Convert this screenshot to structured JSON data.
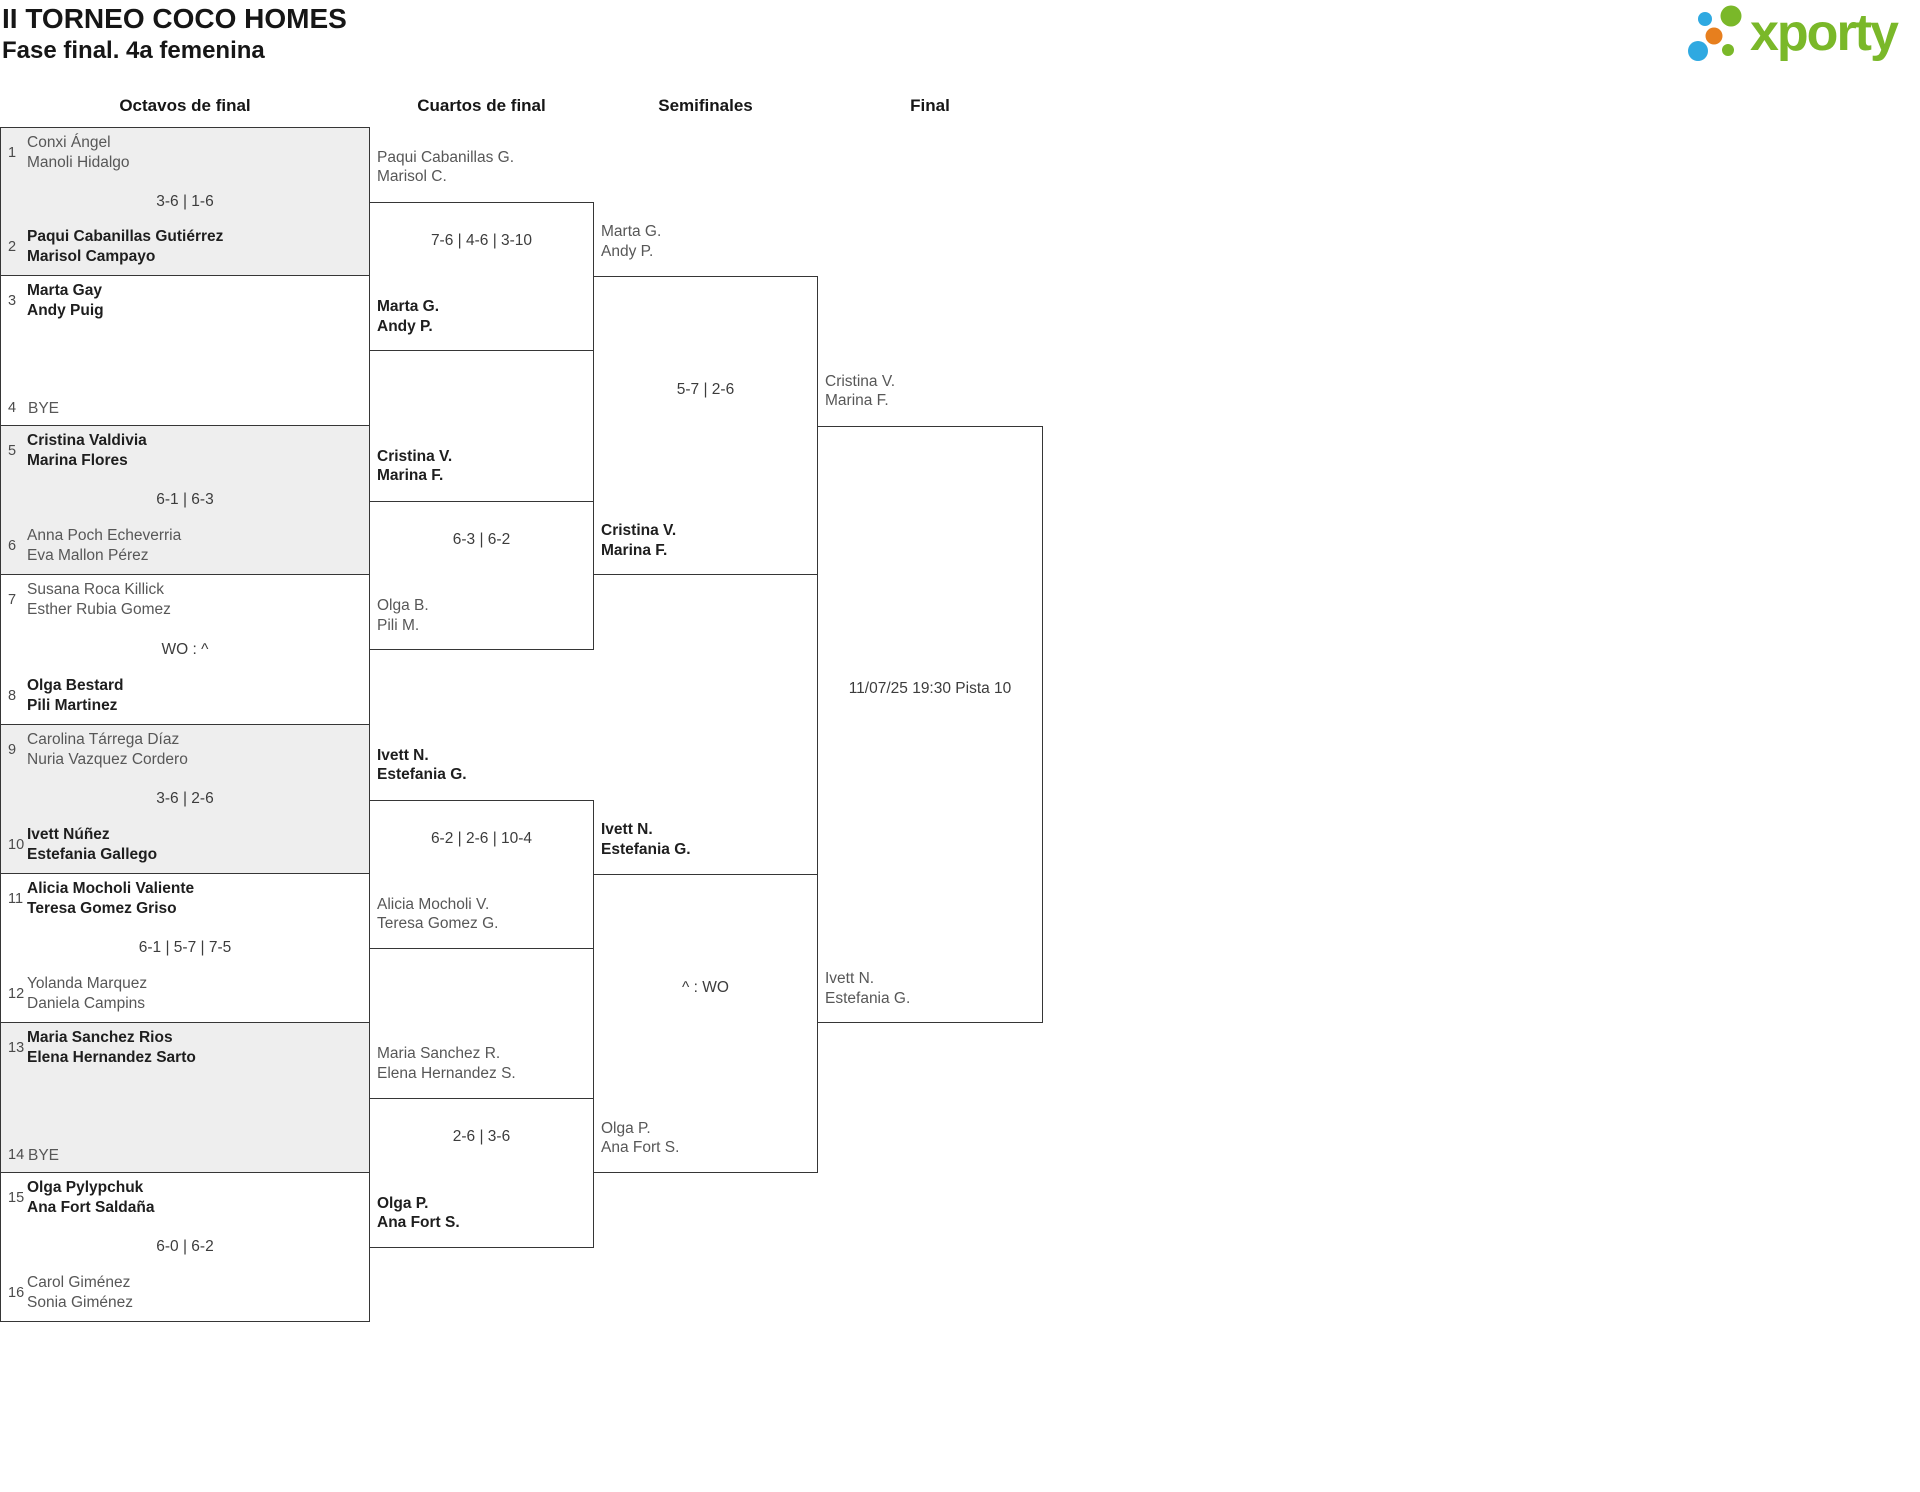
{
  "title": "II TORNEO COCO HOMES",
  "subtitle": "Fase final. 4a femenina",
  "logo": {
    "text": "xporty",
    "green": "#7ab829",
    "blue": "#2fa9e1",
    "orange": "#e77f1e"
  },
  "rounds": [
    {
      "label": "Octavos de final"
    },
    {
      "label": "Cuartos de final"
    },
    {
      "label": "Semifinales"
    },
    {
      "label": "Final"
    }
  ],
  "bracket": {
    "round_of_16": [
      {
        "seed_top": "1",
        "team_top": [
          "Conxi Ángel",
          "Manoli Hidalgo"
        ],
        "top_winner": false,
        "score": "3-6 | 1-6",
        "seed_bottom": "2",
        "team_bottom": [
          "Paqui Cabanillas Gutiérrez",
          "Marisol Campayo"
        ],
        "bottom_winner": true,
        "bye": false,
        "shaded": true
      },
      {
        "seed_top": "3",
        "team_top": [
          "Marta Gay",
          "Andy Puig"
        ],
        "top_winner": true,
        "score": null,
        "seed_bottom": "4",
        "team_bottom": [
          "BYE"
        ],
        "bottom_winner": false,
        "bye": true,
        "shaded": false
      },
      {
        "seed_top": "5",
        "team_top": [
          "Cristina Valdivia",
          "Marina Flores"
        ],
        "top_winner": true,
        "score": "6-1 | 6-3",
        "seed_bottom": "6",
        "team_bottom": [
          "Anna Poch Echeverria",
          "Eva Mallon Pérez"
        ],
        "bottom_winner": false,
        "bye": false,
        "shaded": true
      },
      {
        "seed_top": "7",
        "team_top": [
          "Susana Roca Killick",
          "Esther Rubia Gomez"
        ],
        "top_winner": false,
        "score": "WO : ^",
        "seed_bottom": "8",
        "team_bottom": [
          "Olga Bestard",
          "Pili Martinez"
        ],
        "bottom_winner": true,
        "bye": false,
        "shaded": false
      },
      {
        "seed_top": "9",
        "team_top": [
          "Carolina Tárrega Díaz",
          "Nuria Vazquez Cordero"
        ],
        "top_winner": false,
        "score": "3-6 | 2-6",
        "seed_bottom": "10",
        "team_bottom": [
          "Ivett Núñez",
          "Estefania Gallego"
        ],
        "bottom_winner": true,
        "bye": false,
        "shaded": true
      },
      {
        "seed_top": "11",
        "team_top": [
          "Alicia Mocholi Valiente",
          "Teresa Gomez Griso"
        ],
        "top_winner": true,
        "score": "6-1 | 5-7 | 7-5",
        "seed_bottom": "12",
        "team_bottom": [
          "Yolanda Marquez",
          "Daniela Campins"
        ],
        "bottom_winner": false,
        "bye": false,
        "shaded": false
      },
      {
        "seed_top": "13",
        "team_top": [
          "Maria Sanchez Rios",
          "Elena Hernandez Sarto"
        ],
        "top_winner": true,
        "score": null,
        "seed_bottom": "14",
        "team_bottom": [
          "BYE"
        ],
        "bottom_winner": false,
        "bye": true,
        "shaded": true
      },
      {
        "seed_top": "15",
        "team_top": [
          "Olga Pylypchuk",
          "Ana Fort Saldaña"
        ],
        "top_winner": true,
        "score": "6-0 | 6-2",
        "seed_bottom": "16",
        "team_bottom": [
          "Carol Giménez",
          "Sonia Giménez"
        ],
        "bottom_winner": false,
        "bye": false,
        "shaded": false
      }
    ],
    "quarterfinals": [
      {
        "team_top": [
          "Paqui Cabanillas G.",
          "Marisol C."
        ],
        "top_winner": false,
        "score": "7-6 | 4-6 | 3-10",
        "team_bottom": [
          "Marta G.",
          "Andy P."
        ],
        "bottom_winner": true
      },
      {
        "team_top": [
          "Cristina V.",
          "Marina F."
        ],
        "top_winner": true,
        "score": "6-3 | 6-2",
        "team_bottom": [
          "Olga B.",
          "Pili M."
        ],
        "bottom_winner": false
      },
      {
        "team_top": [
          "Ivett N.",
          "Estefania G."
        ],
        "top_winner": true,
        "score": "6-2 | 2-6 | 10-4",
        "team_bottom": [
          "Alicia Mocholi V.",
          "Teresa Gomez G."
        ],
        "bottom_winner": false
      },
      {
        "team_top": [
          "Maria Sanchez R.",
          "Elena Hernandez S."
        ],
        "top_winner": false,
        "score": "2-6 | 3-6",
        "team_bottom": [
          "Olga P.",
          "Ana Fort S."
        ],
        "bottom_winner": true
      }
    ],
    "semifinals": [
      {
        "team_top": [
          "Marta G.",
          "Andy P."
        ],
        "top_winner": false,
        "score": "5-7 | 2-6",
        "team_bottom": [
          "Cristina V.",
          "Marina F."
        ],
        "bottom_winner": true
      },
      {
        "team_top": [
          "Ivett N.",
          "Estefania G."
        ],
        "top_winner": true,
        "score": "^ : WO",
        "team_bottom": [
          "Olga P.",
          "Ana Fort S."
        ],
        "bottom_winner": false
      }
    ],
    "final": {
      "team_top": [
        "Cristina V.",
        "Marina F."
      ],
      "top_winner": false,
      "schedule": "11/07/25 19:30 Pista 10",
      "team_bottom": [
        "Ivett N.",
        "Estefania G."
      ],
      "bottom_winner": false
    }
  }
}
